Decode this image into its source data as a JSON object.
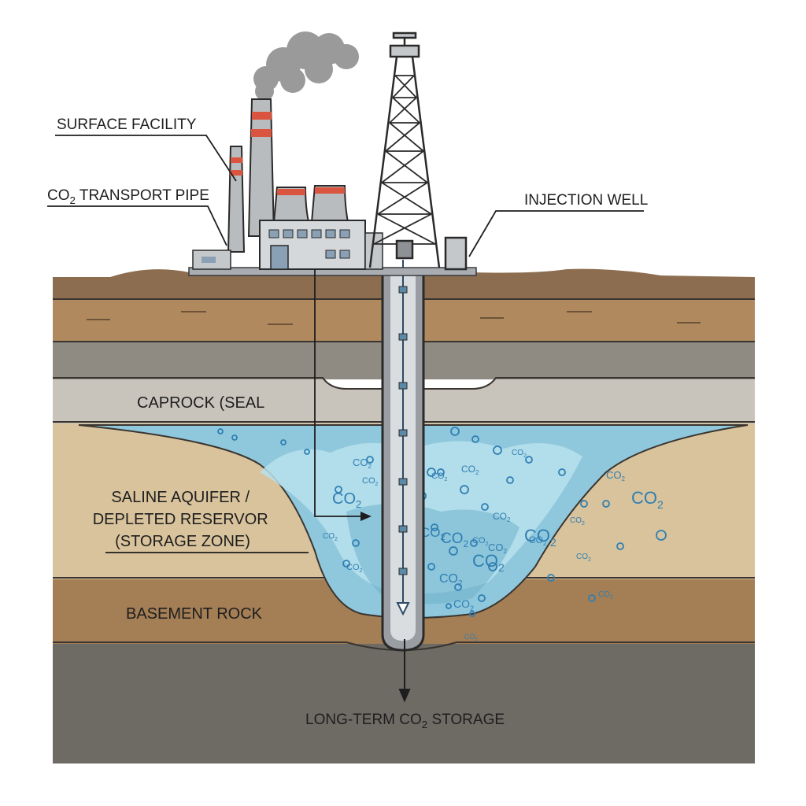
{
  "labels": {
    "surface_facility": "SURFACE FACILITY",
    "transport_pipe_prefix": "CO",
    "transport_pipe_sub": "2",
    "transport_pipe_suffix": " TRANSPORT PIPE",
    "injection_well": "INJECTION WELL",
    "caprock": "CAPROCK (SEAL",
    "storage_line1": "SALINE AQUIFER /",
    "storage_line2": "DEPLETED RESERVOR",
    "storage_line3": "(STORAGE ZONE)",
    "basement": "BASEMENT ROCK",
    "longterm_prefix": "LONG-TERM CO",
    "longterm_sub": "2",
    "longterm_suffix": " STORAGE"
  },
  "co2_tag": {
    "base": "CO",
    "sub": "2"
  },
  "colors": {
    "sky": "#ffffff",
    "soil_top": "#8c6d4f",
    "soil_band": "#b08a5e",
    "grey_layer": "#8f8a82",
    "caprock": "#c9c4bb",
    "sandstone": "#d8c39c",
    "aquifer": "#8fc8dc",
    "basement": "#a47e55",
    "deep_rock": "#6e6a64",
    "chimney_stripe": "#d9553f",
    "bubble": "#2f7fb3"
  }
}
